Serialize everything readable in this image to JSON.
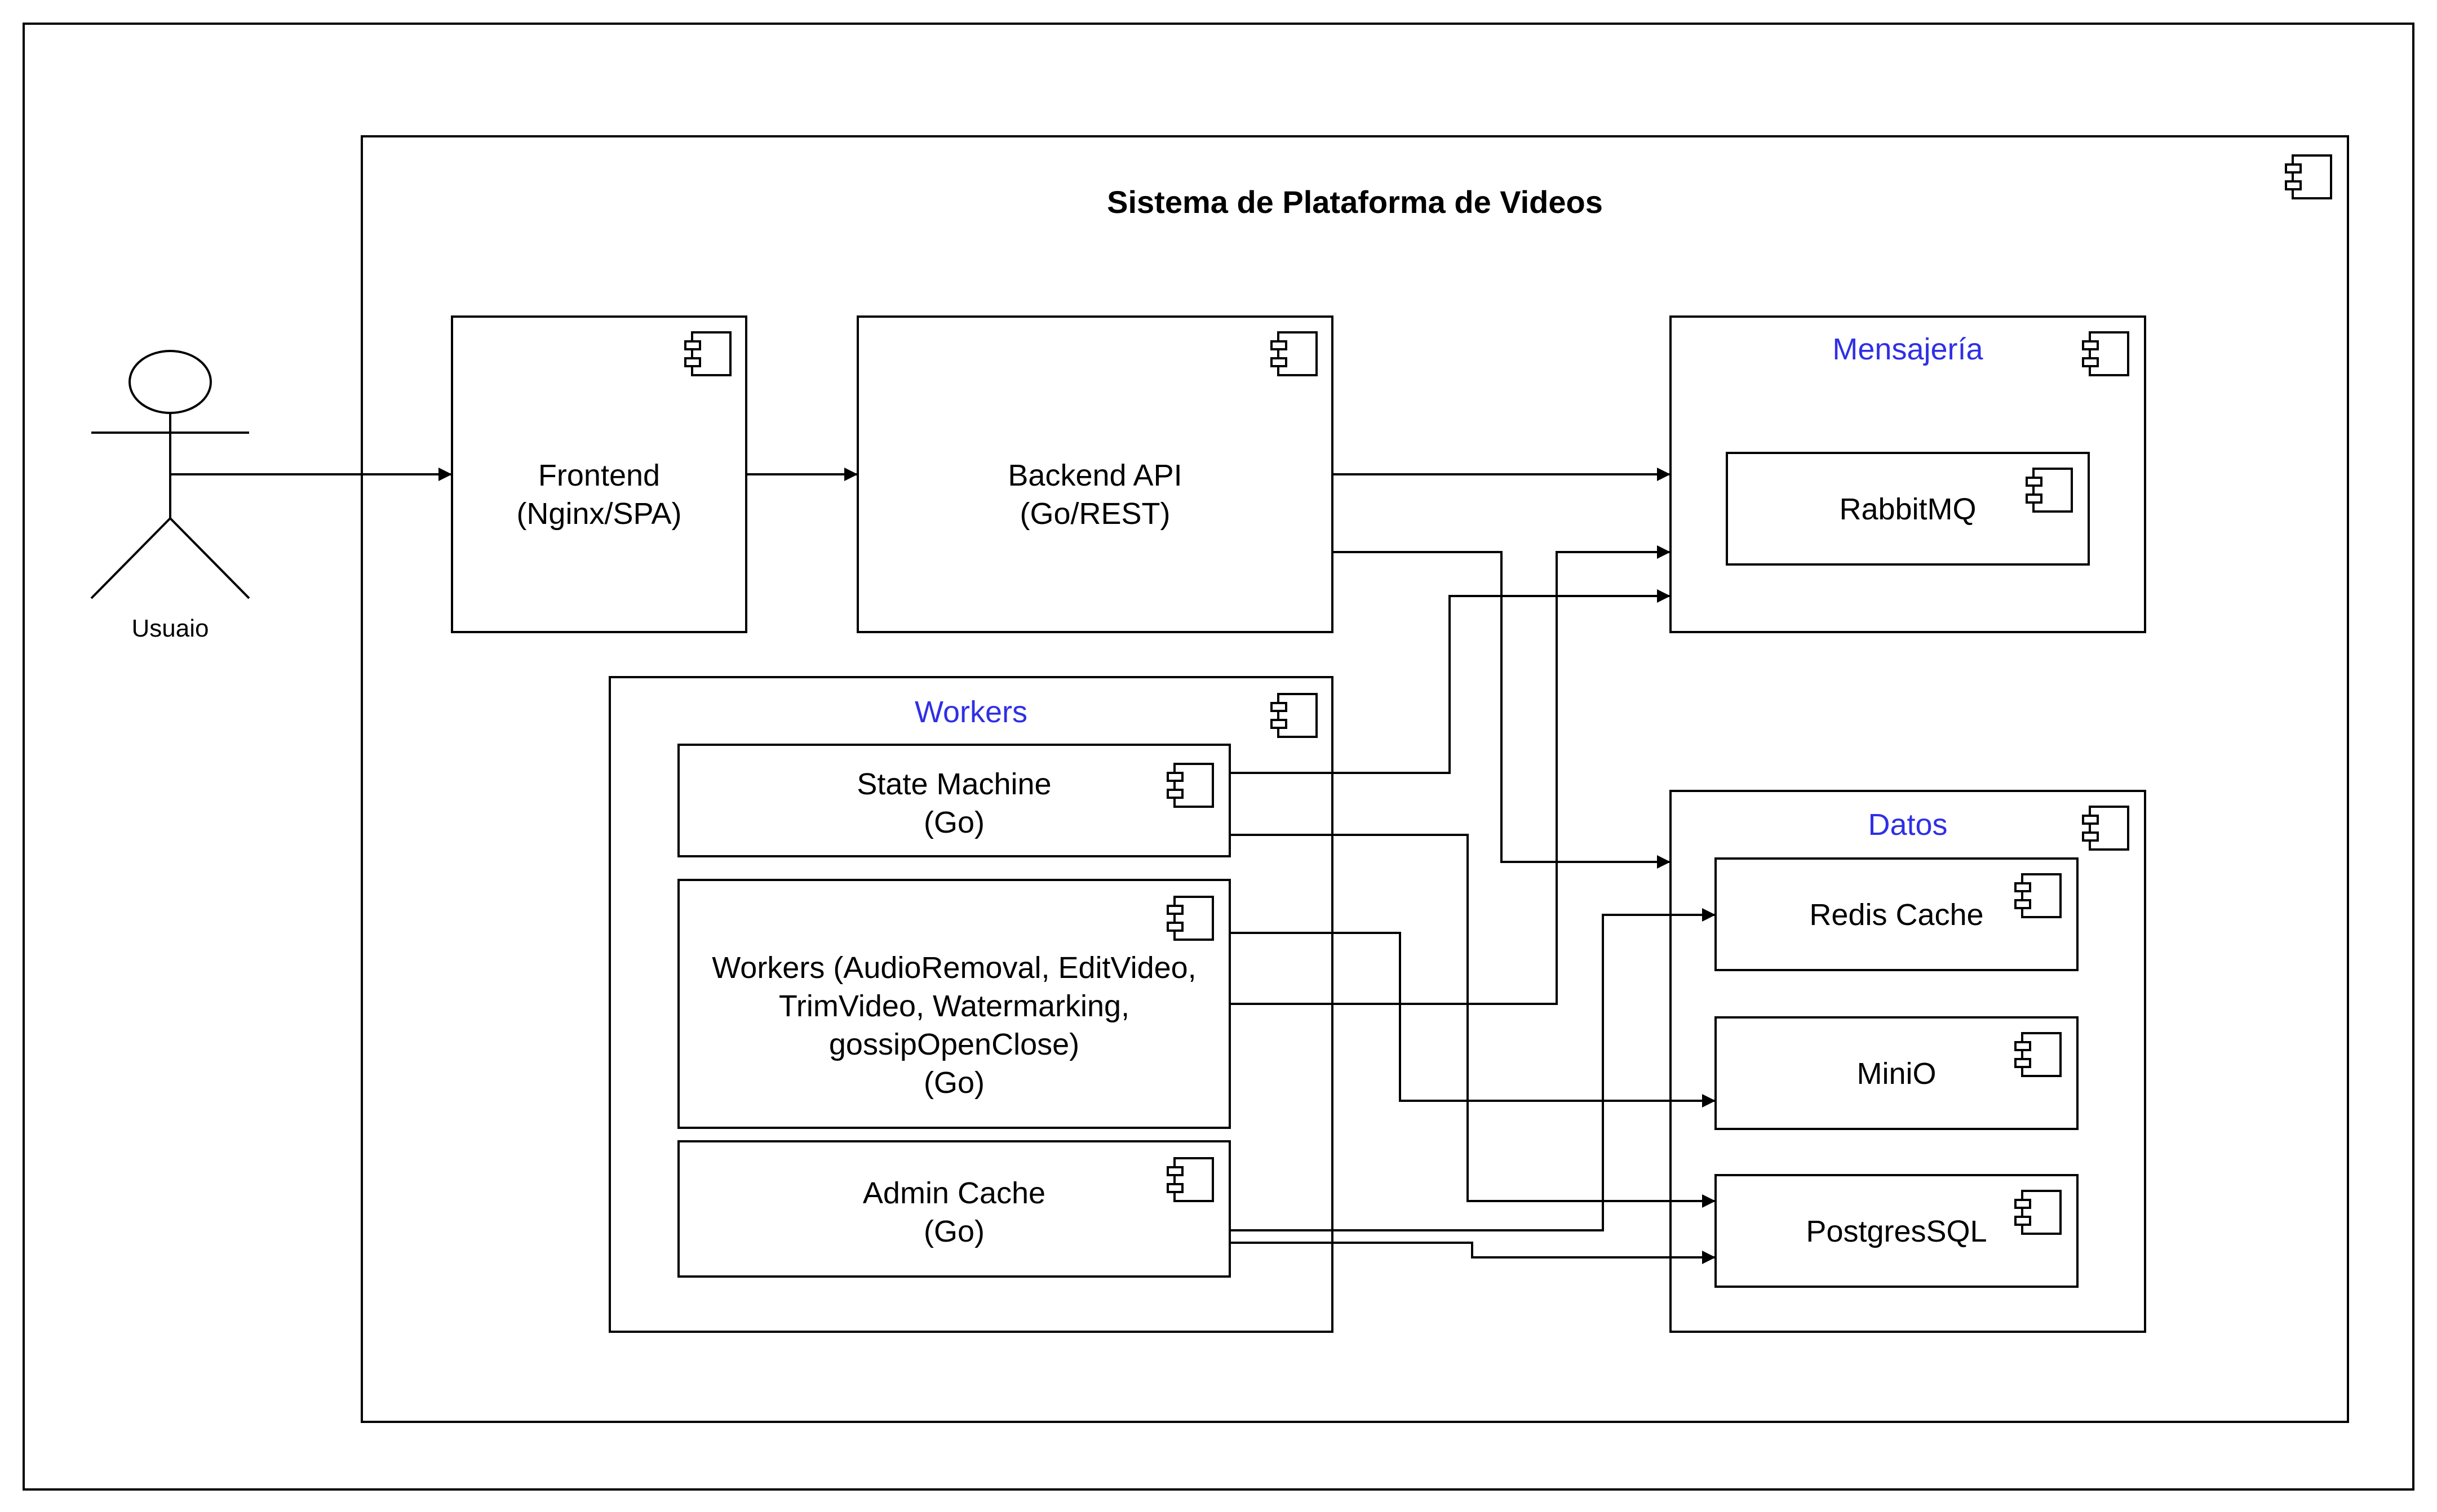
{
  "colors": {
    "stroke": "#000000",
    "background": "#ffffff",
    "group_label": "#2f2fe6"
  },
  "icons": {
    "component": "uml-component-icon"
  },
  "diagram": {
    "title": "Sistema de Plataforma de Videos",
    "actor": {
      "label": "Usuaio"
    },
    "frontend": {
      "line1": "Frontend",
      "line2": "(Nginx/SPA)"
    },
    "backend": {
      "line1": "Backend API",
      "line2": "(Go/REST)"
    },
    "messaging": {
      "label": "Mensajería",
      "rabbitmq": "RabbitMQ"
    },
    "workers_group": {
      "label": "Workers",
      "state_machine": {
        "line1": "State Machine",
        "line2": "(Go)"
      },
      "workers": {
        "line1": "Workers (AudioRemoval, EditVideo,",
        "line2": "TrimVideo, Watermarking,",
        "line3": "gossipOpenClose)",
        "line4": "(Go)"
      },
      "admin_cache": {
        "line1": "Admin Cache",
        "line2": "(Go)"
      }
    },
    "data": {
      "label": "Datos",
      "redis": "Redis Cache",
      "minio": "MiniO",
      "postgres": "PostgresSQL"
    }
  }
}
